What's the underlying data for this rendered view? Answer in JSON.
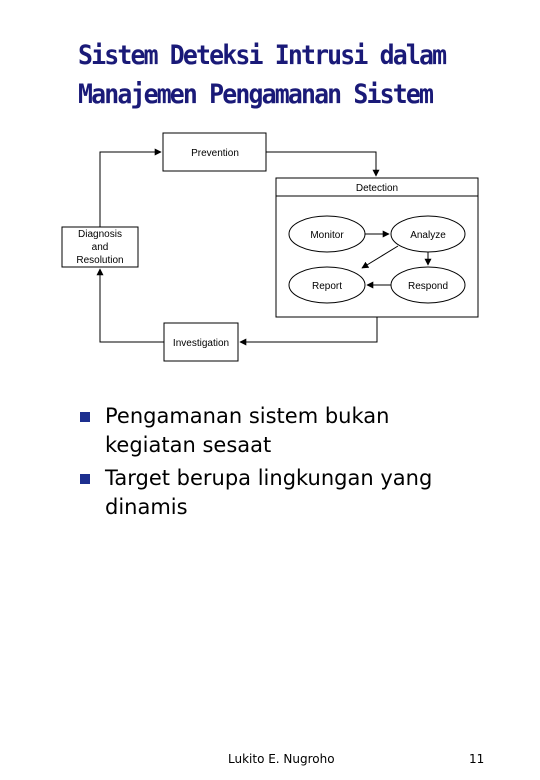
{
  "title": {
    "line1": "Sistem Deteksi Intrusi dalam",
    "line2": "Manajemen Pengamanan Sistem"
  },
  "diagram": {
    "prevention": "Prevention",
    "detection": "Detection",
    "diagnosis_lines": [
      "Diagnosis",
      "and",
      "Resolution"
    ],
    "investigation": "Investigation",
    "monitor": "Monitor",
    "analyze": "Analyze",
    "report": "Report",
    "respond": "Respond"
  },
  "bullets": [
    {
      "line1": "Pengamanan sistem bukan",
      "line2": "kegiatan sesaat"
    },
    {
      "line1": "Target berupa lingkungan yang",
      "line2": "dinamis"
    }
  ],
  "footer": {
    "author": "Lukito E. Nugroho",
    "page": "11"
  }
}
